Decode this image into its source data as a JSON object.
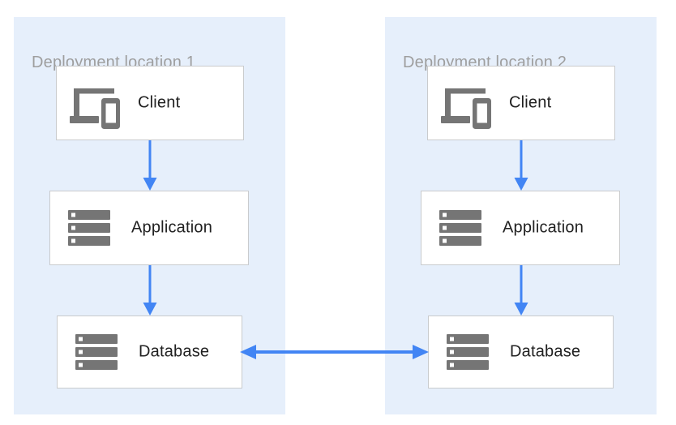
{
  "diagram": {
    "type": "architecture-diagram",
    "panels": [
      {
        "title": "Deployment location 1",
        "nodes": [
          {
            "label": "Client",
            "icon": "devices-icon"
          },
          {
            "label": "Application",
            "icon": "server-stack-icon"
          },
          {
            "label": "Database",
            "icon": "server-stack-icon"
          }
        ]
      },
      {
        "title": "Deployment location 2",
        "nodes": [
          {
            "label": "Client",
            "icon": "devices-icon"
          },
          {
            "label": "Application",
            "icon": "server-stack-icon"
          },
          {
            "label": "Database",
            "icon": "server-stack-icon"
          }
        ]
      }
    ],
    "connections": [
      {
        "from": "Client (location 1)",
        "to": "Application (location 1)",
        "direction": "down"
      },
      {
        "from": "Application (location 1)",
        "to": "Database (location 1)",
        "direction": "down"
      },
      {
        "from": "Client (location 2)",
        "to": "Application (location 2)",
        "direction": "down"
      },
      {
        "from": "Application (location 2)",
        "to": "Database (location 2)",
        "direction": "down"
      },
      {
        "from": "Database (location 1)",
        "to": "Database (location 2)",
        "direction": "bidirectional"
      }
    ],
    "colors": {
      "panel_background": "#E6EFFB",
      "node_background": "#FFFFFF",
      "node_border": "#C9CBCD",
      "arrow_blue": "#4285F4",
      "icon_gray": "#757575",
      "title_gray": "#9E9E9E",
      "label_dark": "#212121"
    }
  }
}
